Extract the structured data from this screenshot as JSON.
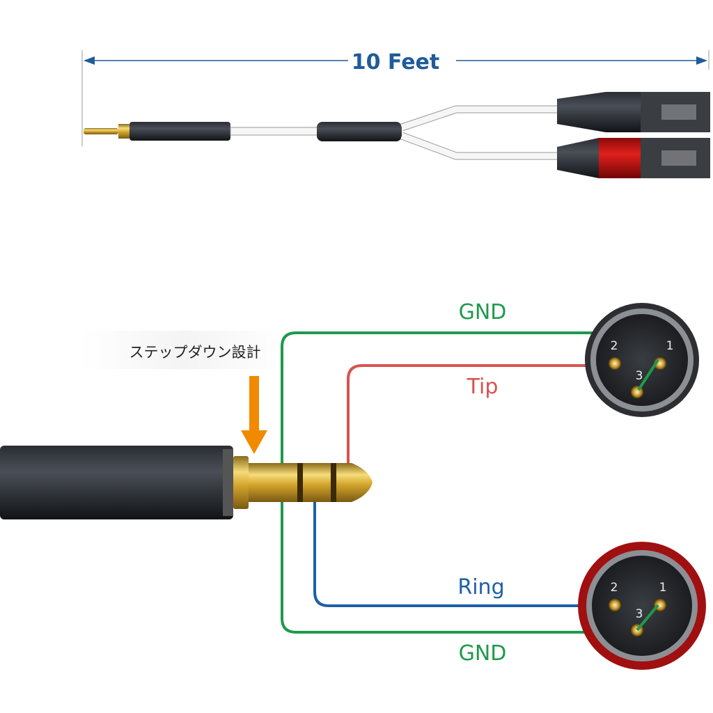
{
  "length_label": "10 Feet",
  "feature_label": "ステップダウン設計",
  "wires": {
    "gnd_top": "GND",
    "tip": "Tip",
    "ring": "Ring",
    "gnd_bottom": "GND"
  },
  "xlr_top": {
    "pin2": "2",
    "pin1": "1",
    "pin3": "3"
  },
  "xlr_bottom": {
    "pin2": "2",
    "pin1": "1",
    "pin3": "3"
  },
  "colors": {
    "dimension": "#1f5c99",
    "gnd": "#1e9a4a",
    "tip": "#d9534f",
    "ring": "#1f5fa8",
    "arrow": "#f08a00",
    "xlr_accent": "#c8102e"
  }
}
